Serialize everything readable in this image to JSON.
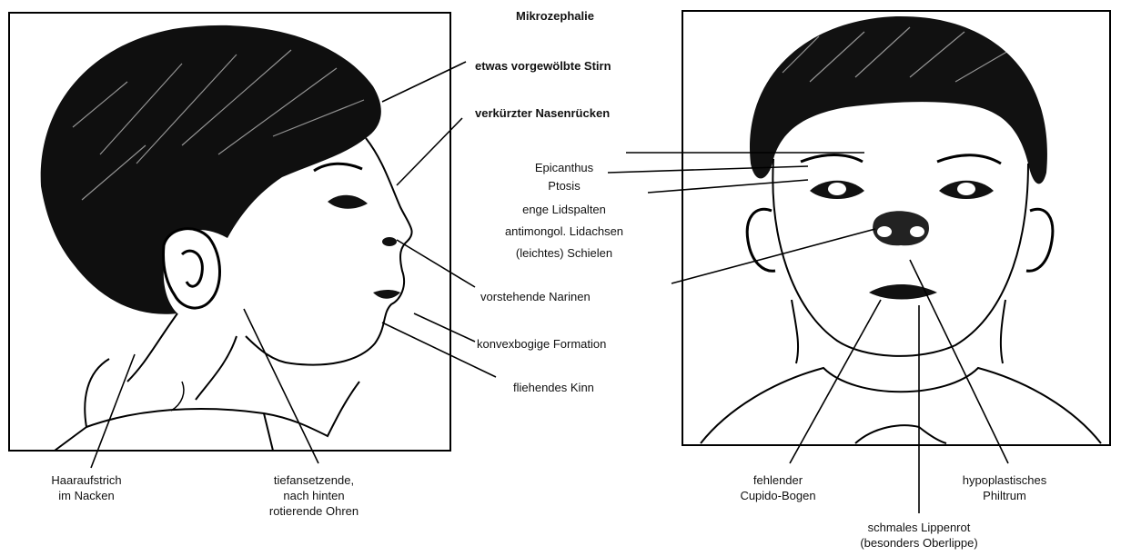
{
  "top_label": "Mikrozephalie",
  "labels": {
    "stirn": "etwas vorgewölbte Stirn",
    "nasenruecken": "verkürzter Nasenrücken",
    "epicanthus": "Epicanthus",
    "ptosis": "Ptosis",
    "lidspalten": "enge  Lidspalten",
    "lidachsen": "antimongol. Lidachsen",
    "schielen": "(leichtes) Schielen",
    "narinen": "vorstehende Narinen",
    "konvex": "konvexbogige Formation",
    "kinn": "fliehendes Kinn"
  },
  "bottom_left": {
    "haar_1": "Haaraufstrich",
    "haar_2": "im Nacken",
    "ohren_1": "tiefansetzende,",
    "ohren_2": "nach hinten",
    "ohren_3": "rotierende Ohren"
  },
  "bottom_right": {
    "cupido_1": "fehlender",
    "cupido_2": "Cupido-Bogen",
    "philtrum_1": "hypoplastisches",
    "philtrum_2": "Philtrum",
    "lippe_1": "schmales Lippenrot",
    "lippe_2": "(besonders Oberlippe)"
  }
}
